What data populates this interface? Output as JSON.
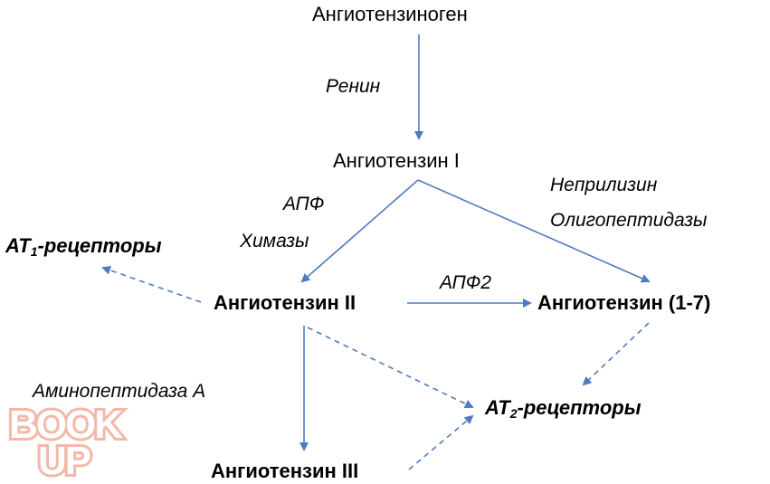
{
  "nodes": {
    "angiotensinogen": "Ангиотензиноген",
    "angiotensin_1": "Ангиотензин I",
    "angiotensin_2": "Ангиотензин II",
    "angiotensin_1_7": "Ангиотензин (1-7)",
    "angiotensin_3": "Ангиотензин III"
  },
  "receptors": {
    "at1_prefix": "AT",
    "at1_sub": "1",
    "at1_suffix": "-рецепторы",
    "at2_prefix": "AT",
    "at2_sub": "2",
    "at2_suffix": "-рецепторы"
  },
  "enzymes": {
    "renin": "Ренин",
    "apf": "АПФ",
    "chymases": "Химазы",
    "neprilysin": "Неприлизин",
    "oligopeptidases": "Олигопептидазы",
    "apf2": "АПФ2",
    "aminopeptidase_a": "Аминопептидаза А"
  },
  "watermark": {
    "line1": "BOOK",
    "line2": "UP"
  },
  "colors": {
    "arrow": "#4f7cc0",
    "text": "#000000",
    "watermark": "#f3b8a8"
  }
}
